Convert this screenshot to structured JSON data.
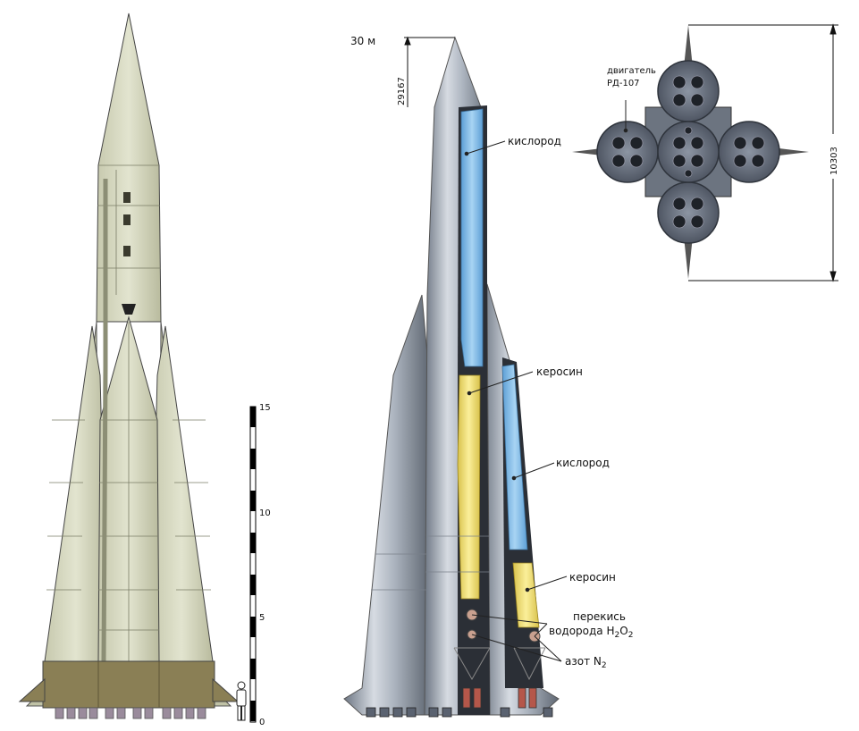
{
  "scale_bar": {
    "ticks": [
      "15",
      "10",
      "5",
      "0"
    ]
  },
  "cutaway": {
    "height_label": "30 м",
    "nose_dimension": "29167",
    "labels": {
      "oxygen_upper": "кислород",
      "kerosene_upper": "керосин",
      "oxygen_lower": "кислород",
      "kerosene_lower": "керосин",
      "peroxide_line1": "перекись",
      "peroxide_line2": "водорода H",
      "peroxide_sub": "2",
      "peroxide_o": "O",
      "peroxide_sub2": "2",
      "nitrogen": "азот N",
      "nitrogen_sub": "2"
    }
  },
  "engine_view": {
    "engine_label_line1": "двигатель",
    "engine_label_line2": "РД-107",
    "width_dimension": "10303"
  },
  "colors": {
    "side_body": "#d9dbc4",
    "side_base": "#8a7f55",
    "steel": "#a9b1bd",
    "oxygen": "#7fb8e6",
    "kerosene": "#f3e27a",
    "nozzle": "#b5574a"
  }
}
